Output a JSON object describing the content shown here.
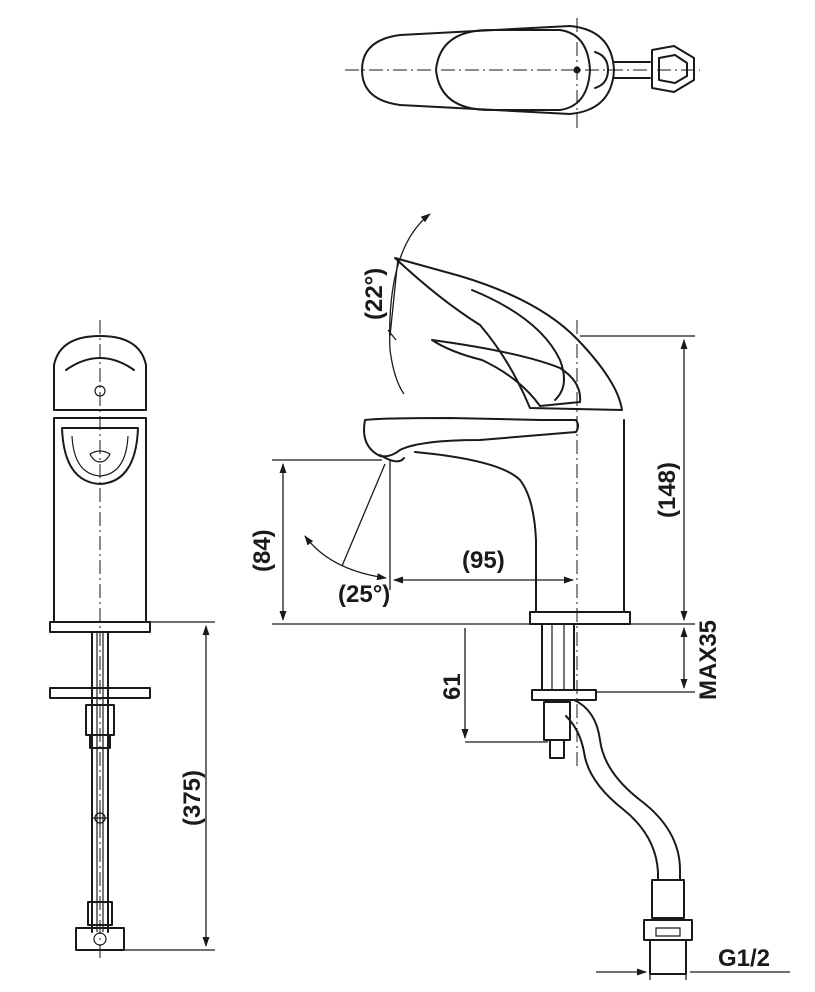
{
  "dimensions": {
    "angle_lever": "(22°)",
    "angle_spout": "(25°)",
    "spout_height": "(84)",
    "spout_reach": "(95)",
    "total_height": "(148)",
    "deck_thickness": "MAX35",
    "shank_length": "61",
    "hose_length": "(375)",
    "thread": "G1/2"
  }
}
